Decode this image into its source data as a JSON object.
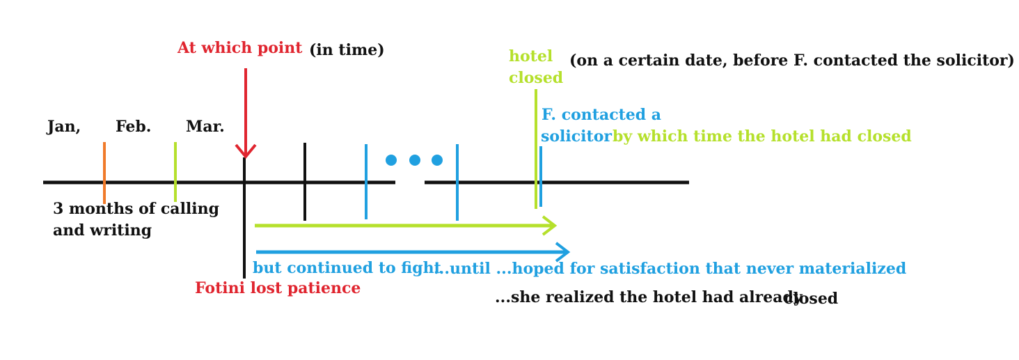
{
  "colors": {
    "black": "#111111",
    "red": "#e0252f",
    "lime": "#b5e02c",
    "blue": "#20a0e0",
    "orange": "#f07a2a"
  },
  "labels": {
    "jan": "Jan,",
    "feb": "Feb.",
    "mar": "Mar.",
    "at_which_point": "At which point",
    "in_time": "(in time)",
    "hotel": "hotel",
    "closed": "closed",
    "hotel_closed_note": "(on a certain date, before F. contacted the solicitor)",
    "f_contacted_a": "F. contacted a",
    "solicitor": "solicitor",
    "by_which_time": "by which time the hotel had closed",
    "three_months_line1": "3 months of calling",
    "three_months_line2": "and writing",
    "but_continued": "but continued to fight",
    "until_hoped": "...until ...hoped for satisfaction that never materialized",
    "fotini_lost": "Fotini lost patience",
    "she_realized": "...she realized the hotel had already",
    "closed_end": "closed"
  }
}
